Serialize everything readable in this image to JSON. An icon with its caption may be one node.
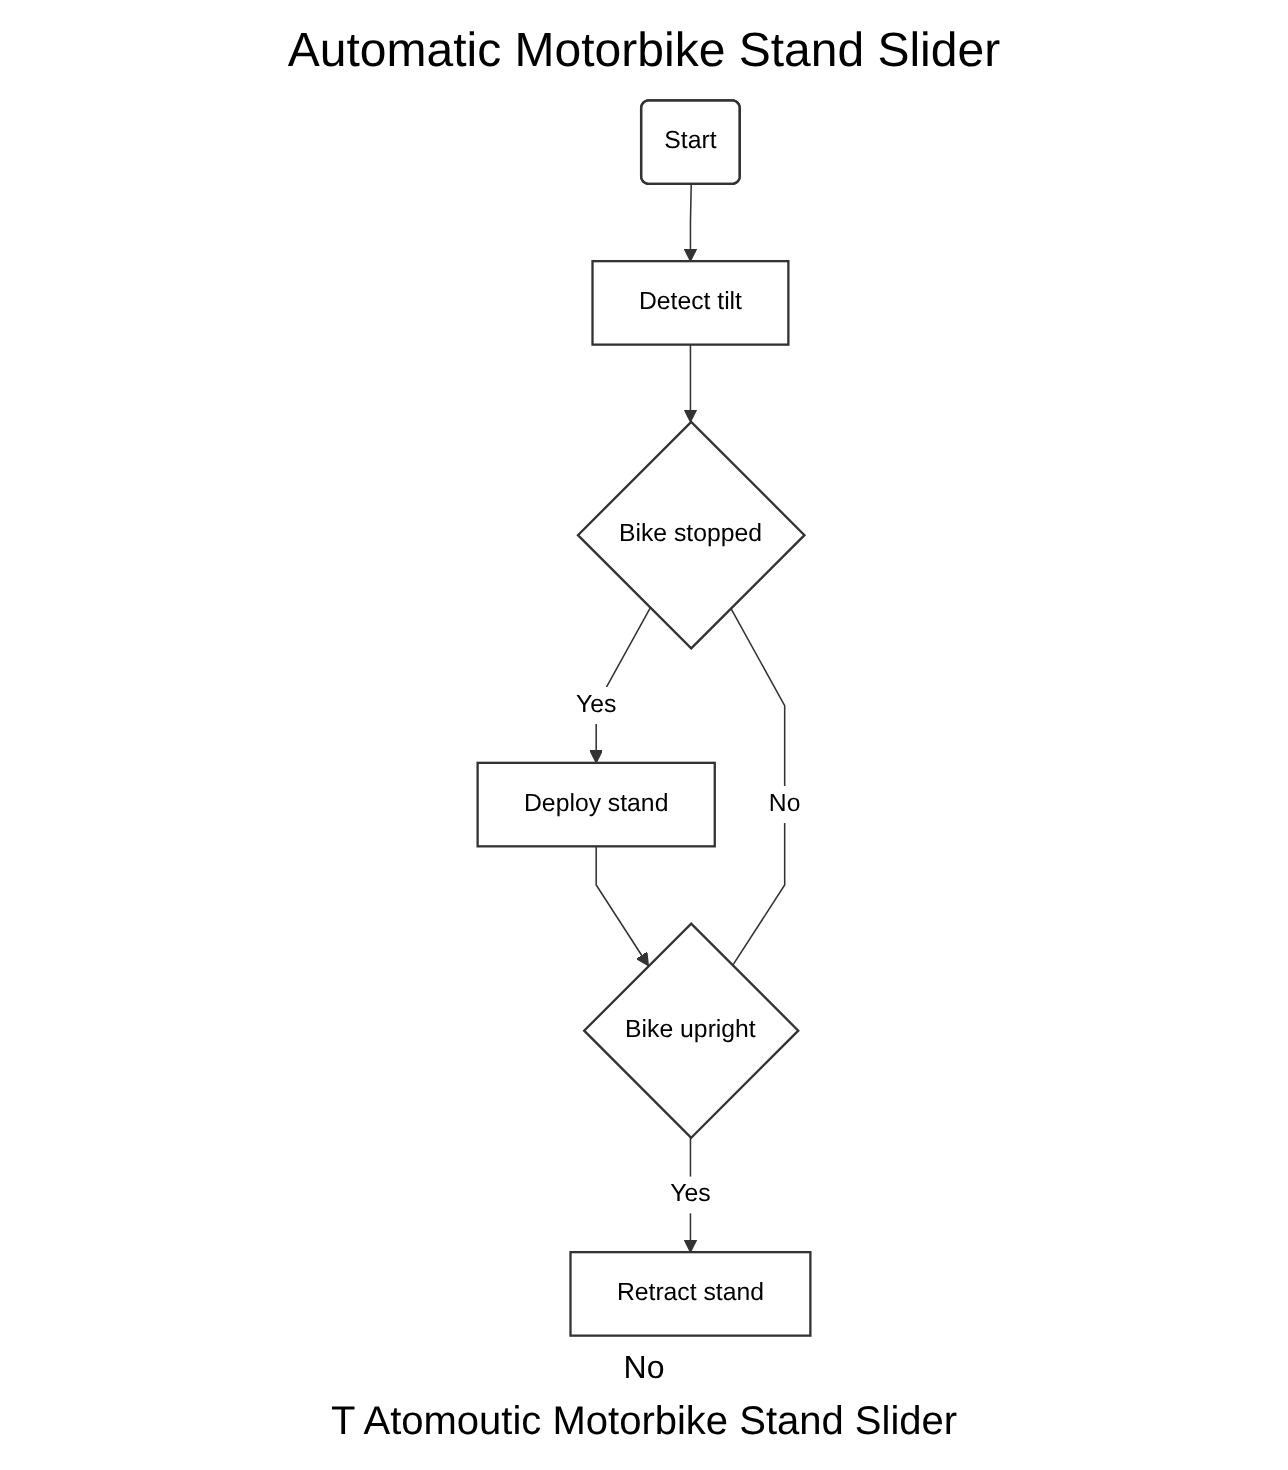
{
  "diagram": {
    "title": "Automatic Motorbike Stand Slider",
    "caption": "T Atomoutic Motorbike Stand Slider",
    "nodes": [
      {
        "text": [
          "Start"
        ]
      },
      {
        "text": [
          "Detect tilt"
        ]
      },
      {
        "text": [
          "Bike stopped"
        ]
      },
      {
        "text": [
          "Deploy stand"
        ]
      },
      {
        "text": [
          "Bike upright"
        ]
      },
      {
        "text": [
          "Retract stand"
        ]
      }
    ],
    "edges": [
      {
        "from": 0,
        "to": 1,
        "arrow": "to"
      },
      {
        "from": 1,
        "to": 2,
        "arrow": "to"
      },
      {
        "from": 2,
        "to": 3,
        "arrow": "to",
        "label": "Yes"
      },
      {
        "from": 3,
        "to": 4,
        "arrow": "to"
      },
      {
        "from": 4,
        "to": 5,
        "arrow": "to",
        "label": "Yes"
      },
      {
        "from": 2,
        "to": 4,
        "arrow": "none",
        "label": "No"
      }
    ],
    "labels": [
      "No"
    ]
  }
}
